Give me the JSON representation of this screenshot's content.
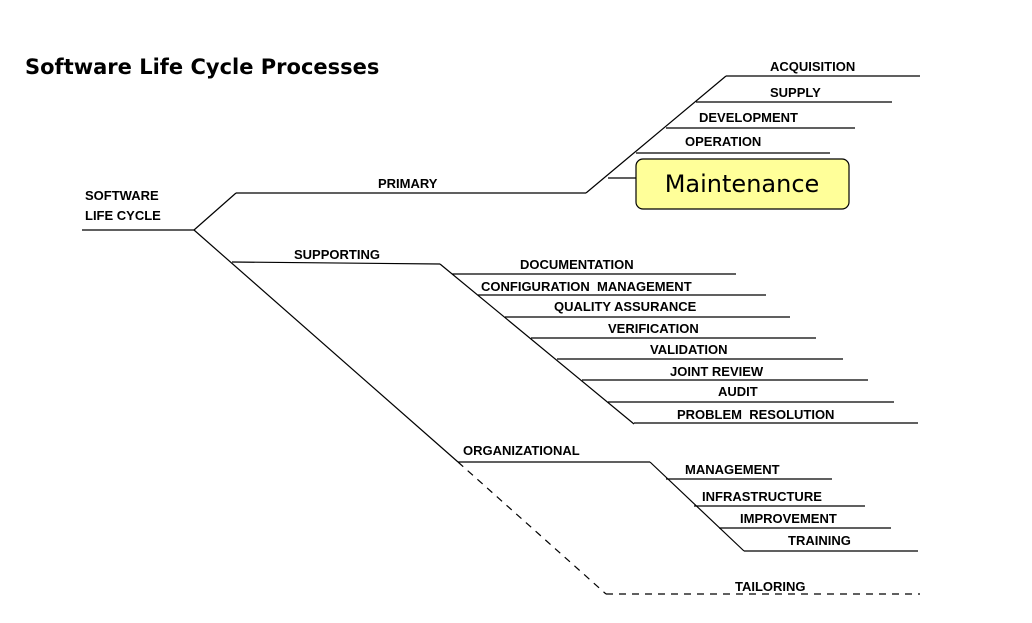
{
  "title": "Software Life Cycle Processes",
  "root": {
    "line1": "SOFTWARE",
    "line2": "LIFE CYCLE"
  },
  "primary": {
    "label": "PRIMARY",
    "items": [
      "ACQUISITION",
      "SUPPLY",
      "DEVELOPMENT",
      "OPERATION"
    ],
    "highlight": {
      "label": "Maintenance",
      "fill": "#ffff99"
    }
  },
  "supporting": {
    "label": "SUPPORTING",
    "items": [
      "DOCUMENTATION",
      "CONFIGURATION  MANAGEMENT",
      "QUALITY ASSURANCE",
      "VERIFICATION",
      "VALIDATION",
      "JOINT REVIEW",
      "AUDIT",
      "PROBLEM  RESOLUTION"
    ]
  },
  "organizational": {
    "label": "ORGANIZATIONAL",
    "items": [
      "MANAGEMENT",
      "INFRASTRUCTURE",
      "IMPROVEMENT",
      "TRAINING"
    ]
  },
  "tailoring": {
    "label": "TAILORING"
  }
}
